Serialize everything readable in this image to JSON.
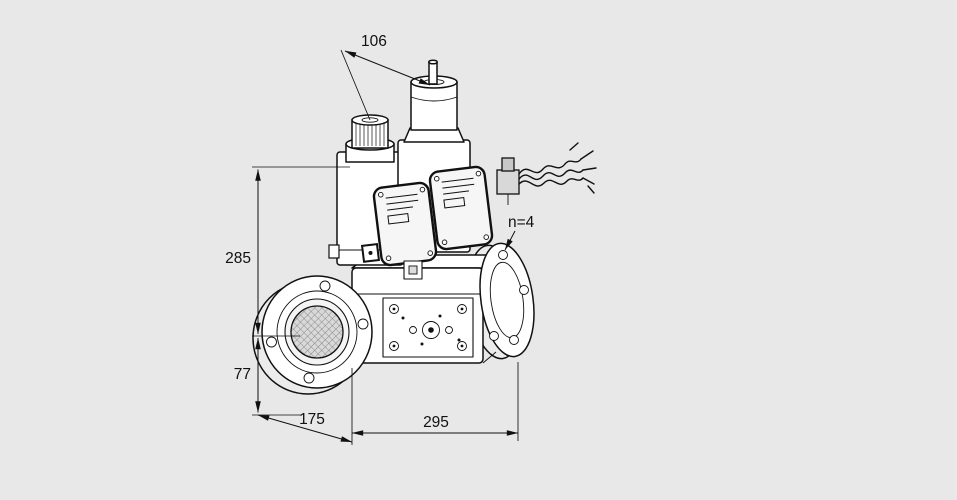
{
  "dimensions": {
    "top_offset": "106",
    "height_above_axis": "285",
    "height_below_axis": "77",
    "depth": "175",
    "length": "295",
    "bolt_count_note": "n=4"
  },
  "colors": {
    "background": "#e8e8e8",
    "line": "#111111",
    "part_fill": "#ffffff",
    "shade_fill": "#ececec"
  }
}
